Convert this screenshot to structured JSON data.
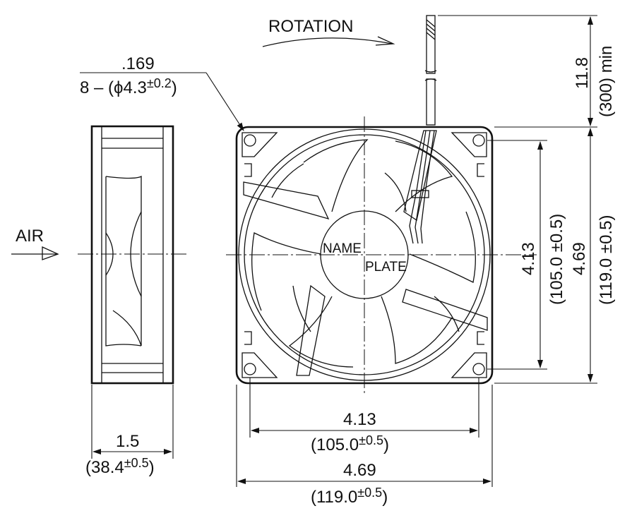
{
  "labels": {
    "rotation": "ROTATION",
    "air": "AIR",
    "name": "NAME",
    "plate": "PLATE"
  },
  "mounting_hole": {
    "inch": ".169",
    "prefix": "8 – (",
    "phi": "ϕ",
    "dia": "4.3",
    "tol": "±0.2",
    "suffix": ")"
  },
  "lead_wire": {
    "inch": "11.8",
    "mm": "(300) min"
  },
  "depth": {
    "inch": "1.5",
    "mm": "(38.4",
    "tol": "±0.5",
    "close": ")"
  },
  "hole_pitch_horizontal": {
    "inch": "4.13",
    "mm": "(105.0",
    "tol": "±0.5",
    "close": ")"
  },
  "frame_width": {
    "inch": "4.69",
    "mm": "(119.0",
    "tol": "±0.5",
    "close": ")"
  },
  "hole_pitch_vertical": {
    "inch": "4.13",
    "mm": "(105.0 ±0.5)"
  },
  "frame_height": {
    "inch": "4.69",
    "mm": "(119.0 ±0.5)"
  }
}
